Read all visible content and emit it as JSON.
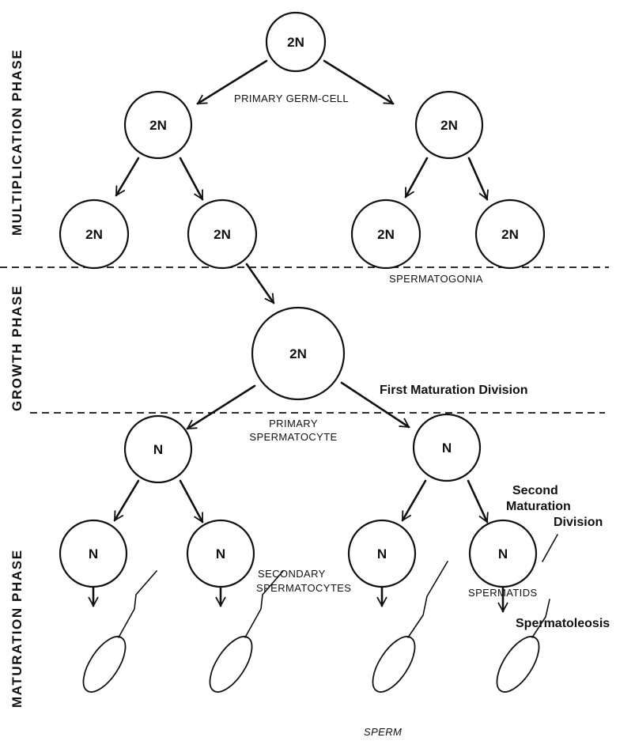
{
  "phases": {
    "multiplication": "MULTIPLICATION PHASE",
    "growth": "GROWTH PHASE",
    "maturation": "MATURATION PHASE"
  },
  "cells": {
    "primary_germ": "2N",
    "gen1_left": "2N",
    "gen1_right": "2N",
    "gen2_a": "2N",
    "gen2_b": "2N",
    "gen2_c": "2N",
    "gen2_d": "2N",
    "spermatocyte": "2N",
    "sec_left": "N",
    "sec_right": "N",
    "tid_a": "N",
    "tid_b": "N",
    "tid_c": "N",
    "tid_d": "N"
  },
  "labels": {
    "primary_germ_cell": "PRIMARY GERM-CELL",
    "spermatogonia": "SPERMATOGONIA",
    "first_maturation": "First Maturation Division",
    "primary_spermatocyte_1": "PRIMARY",
    "primary_spermatocyte_2": "SPERMATOCYTE",
    "second_maturation_1": "Second",
    "second_maturation_2": "Maturation",
    "second_maturation_3": "Division",
    "secondary_spermatocytes_1": "SECONDARY",
    "secondary_spermatocytes_2": "SPERMATOCYTES",
    "spermatids": "SPERMATIDS",
    "spermatoleosis": "Spermatoleosis",
    "sperm": "SPERM"
  }
}
